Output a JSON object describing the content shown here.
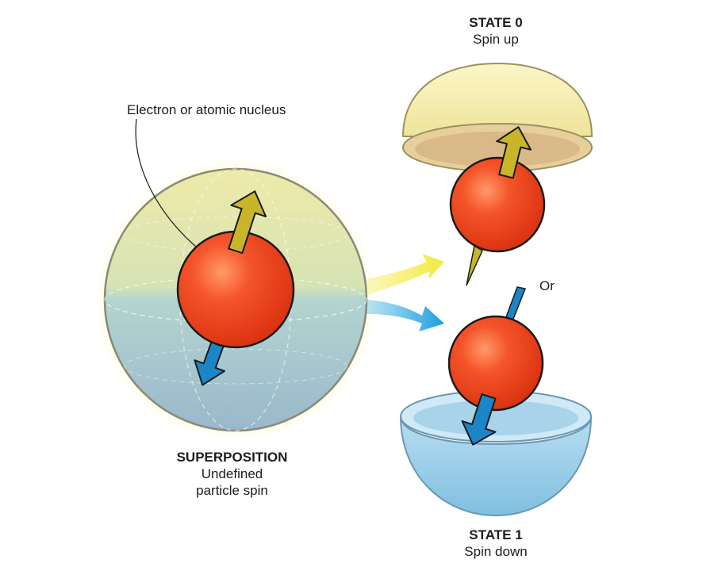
{
  "labels": {
    "electron": "Electron or atomic nucleus",
    "superposition_title": "SUPERPOSITION",
    "superposition_line1": "Undefined",
    "superposition_line2": "particle spin",
    "state0_title": "STATE 0",
    "state0_sub": "Spin up",
    "state1_title": "STATE 1",
    "state1_sub": "Spin down",
    "or": "Or"
  },
  "colors": {
    "particle": "#f0401c",
    "particle_highlight": "#ff8a5a",
    "spin_up_arrow": "#c9b52a",
    "spin_down_arrow": "#1a86c8",
    "yellow_flow": "#f3ea3a",
    "blue_flow": "#22a6e0",
    "upper_hemisphere": "#f5efb0",
    "lower_hemisphere": "#a9d7ee",
    "outline": "#1a1a1a"
  },
  "icons": [
    "spin-up-arrow-icon",
    "spin-down-arrow-icon",
    "flow-arrow-icon"
  ]
}
